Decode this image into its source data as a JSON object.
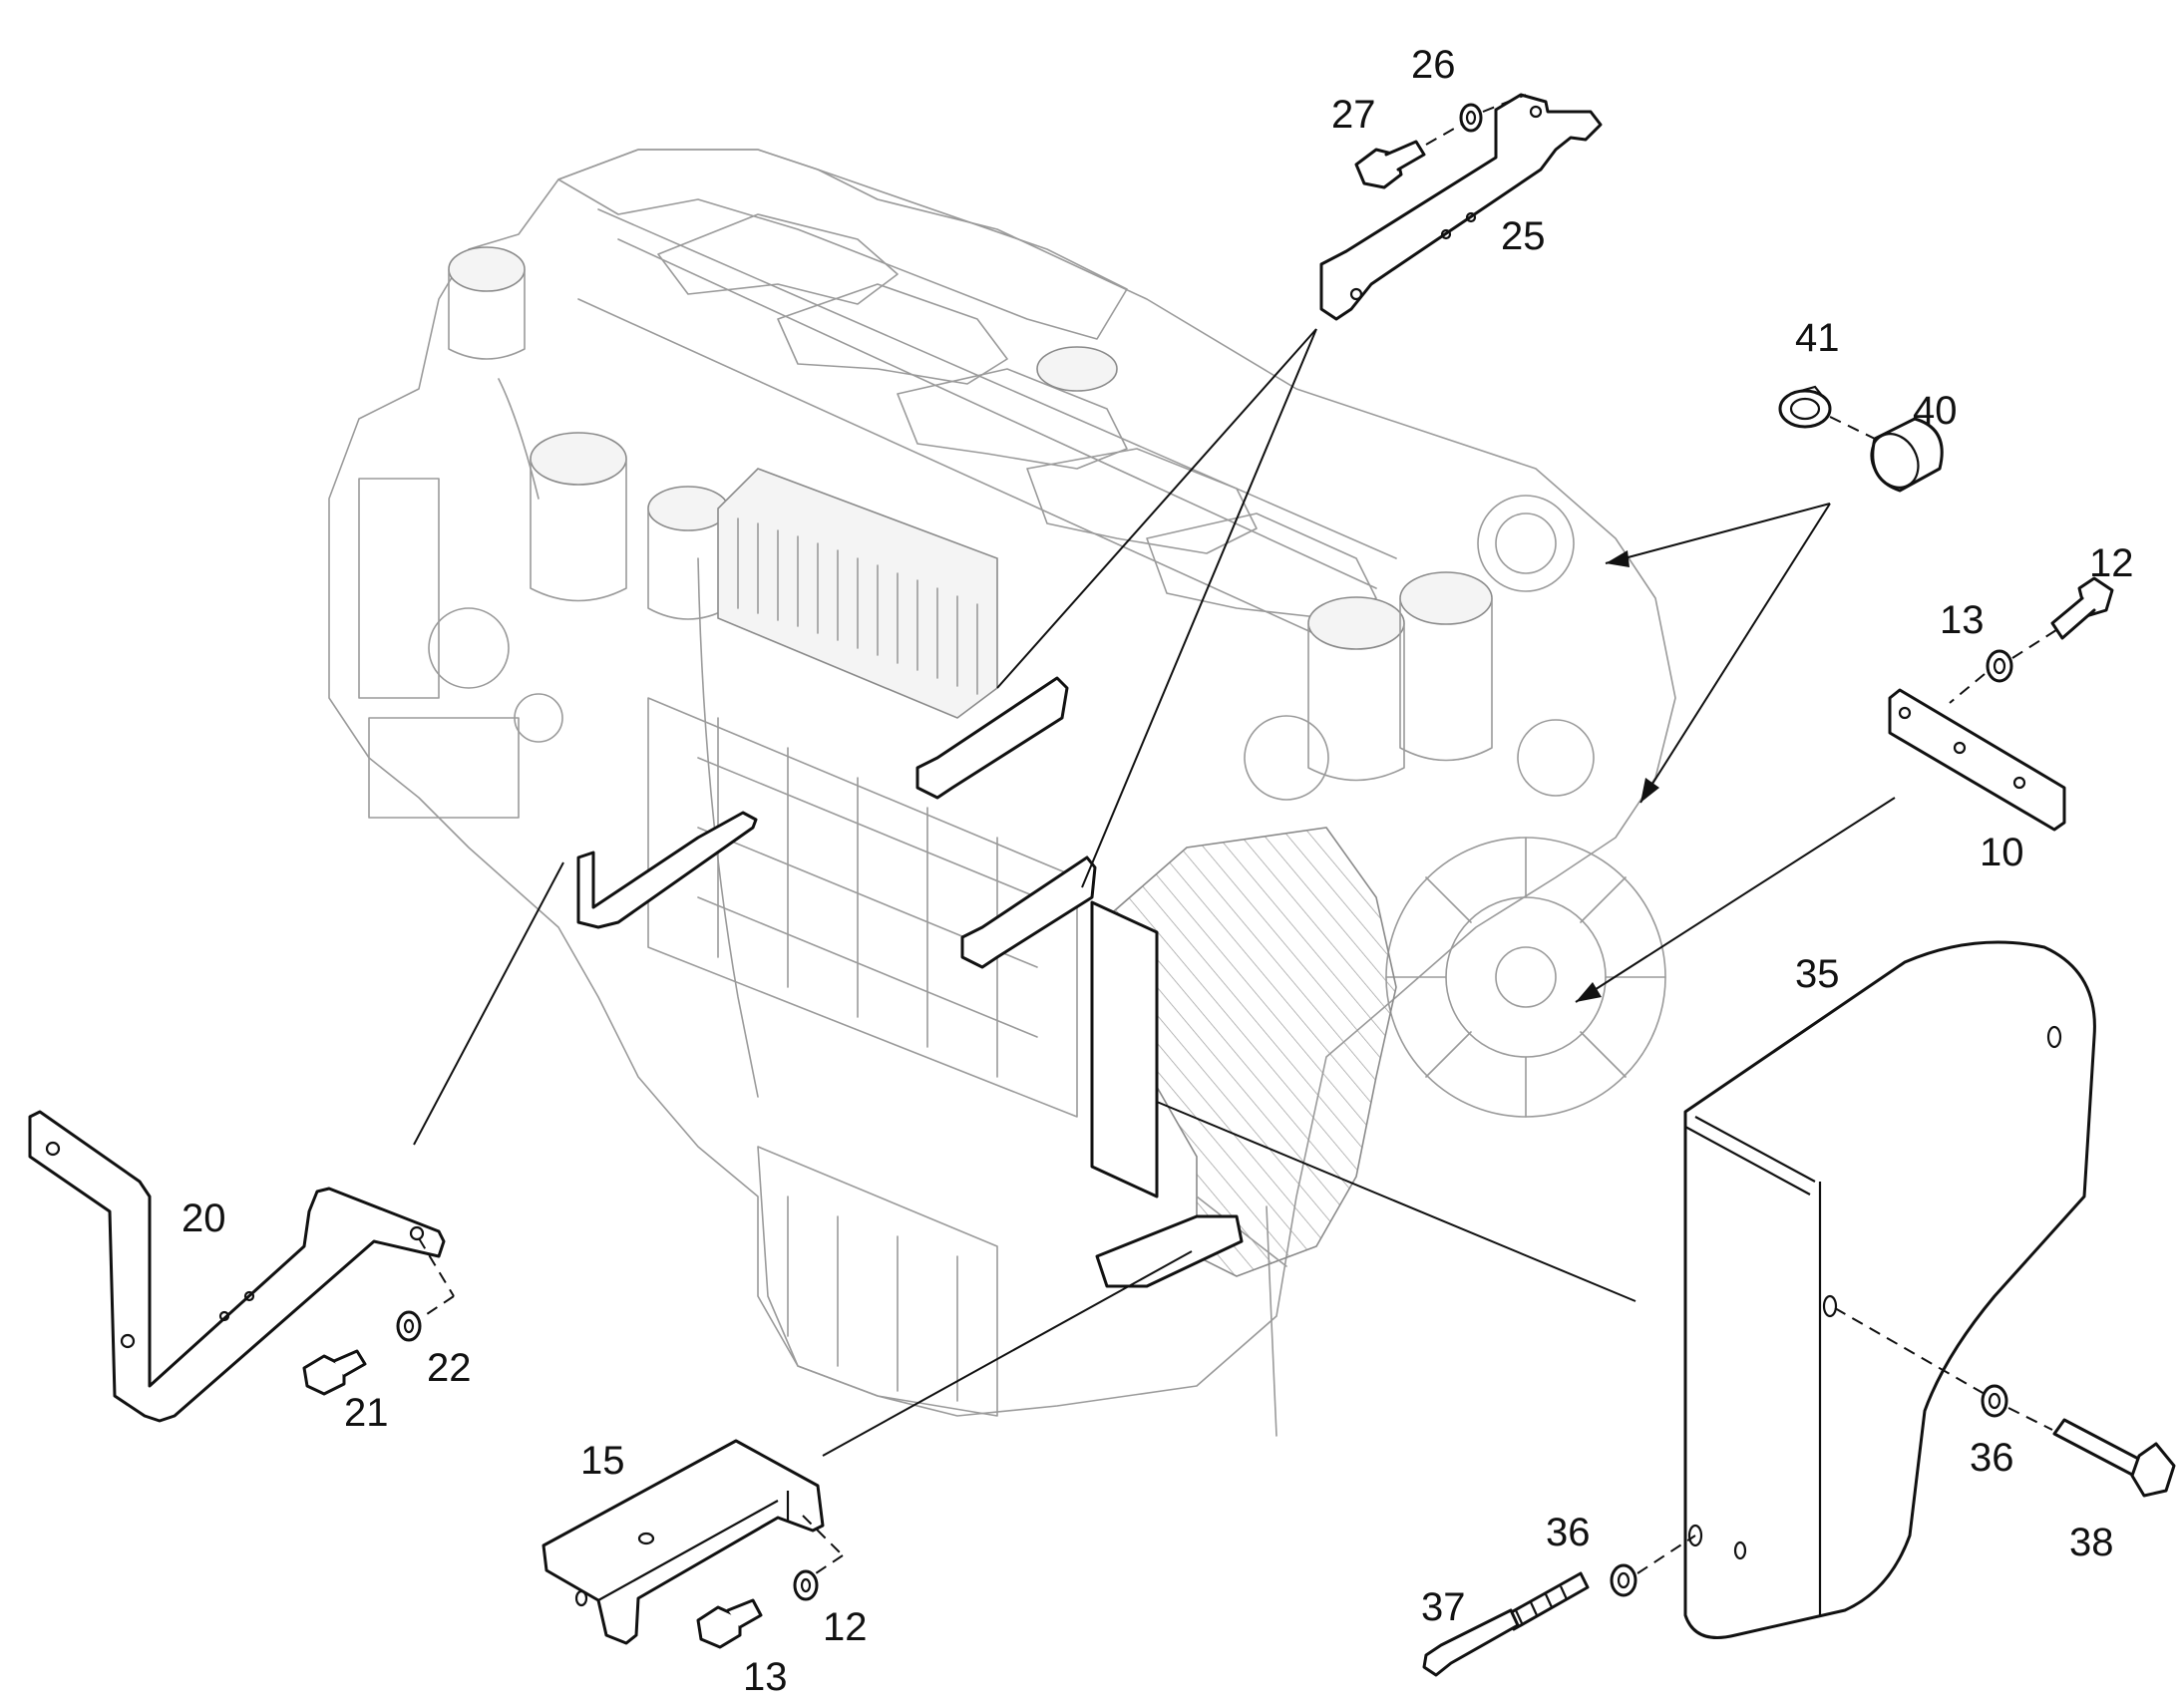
{
  "callouts": {
    "p10": "10",
    "p12a": "12",
    "p12b": "12",
    "p13a": "13",
    "p13b": "13",
    "p15": "15",
    "p20": "20",
    "p21": "21",
    "p22": "22",
    "p25": "25",
    "p26": "26",
    "p27": "27",
    "p35": "35",
    "p36a": "36",
    "p36b": "36",
    "p37": "37",
    "p38": "38",
    "p40": "40",
    "p41": "41"
  }
}
